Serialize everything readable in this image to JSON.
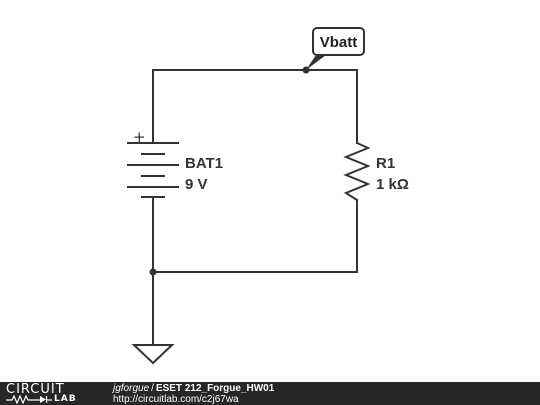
{
  "schematic": {
    "node_label": "Vbatt",
    "battery": {
      "name": "BAT1",
      "value": "9 V",
      "polarity_mark": "+"
    },
    "resistor": {
      "name": "R1",
      "value": "1 kΩ"
    }
  },
  "footer": {
    "logo_top": "CIRCUIT",
    "logo_bottom": "LAB",
    "owner": "jgforgue",
    "separator": "/",
    "title": "ESET 212_Forgue_HW01",
    "url": "http://circuitlab.com/c2j67wa"
  },
  "colors": {
    "wire": "#333333",
    "footer_background": "#262626"
  }
}
